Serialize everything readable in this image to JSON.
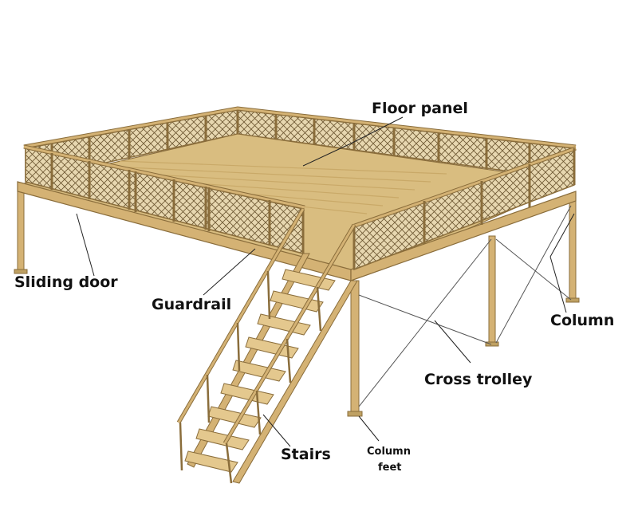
{
  "colors": {
    "wood": "#d4b274",
    "wood_dark": "#8a6d3b",
    "deck": "#d9bd80",
    "deck_line": "#c9a968",
    "mesh_bg": "#e7d7b0",
    "mesh_line": "#6b5530",
    "leader": "#222222",
    "text": "#111111"
  },
  "labels": {
    "floor_panel": "Floor panel",
    "sliding_door": "Sliding door",
    "guardrail": "Guardrail",
    "column": "Column",
    "cross_trolley": "Cross trolley",
    "stairs": "Stairs",
    "column_feet_line1": "Column",
    "column_feet_line2": "feet"
  }
}
